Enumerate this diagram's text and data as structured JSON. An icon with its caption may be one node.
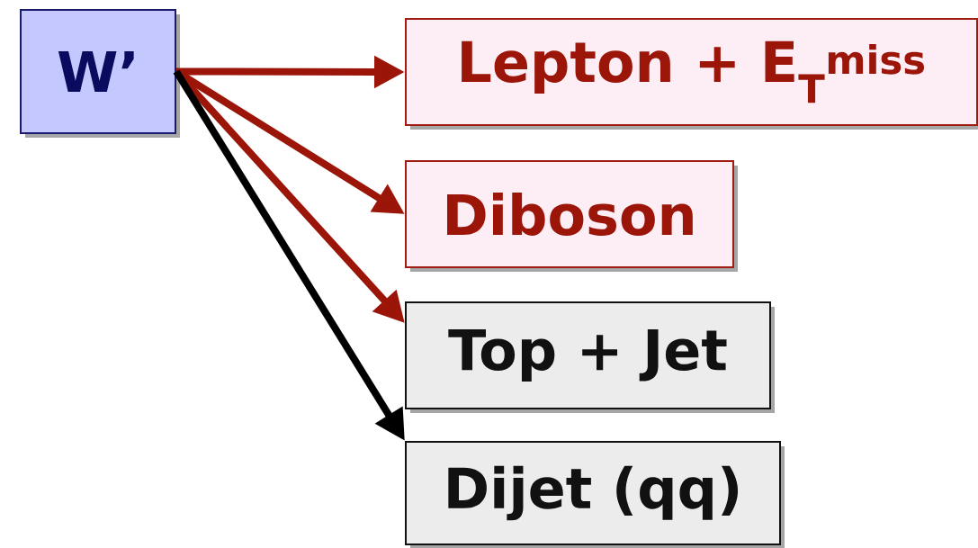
{
  "diagram": {
    "nodes": [
      {
        "text": [
          "W’"
        ]
      },
      {
        "text": [
          "Lepton + E$_{T}$$^{miss}$"
        ]
      },
      {
        "text": [
          "Diboson"
        ]
      },
      {
        "text": [
          "Top + Jet"
        ]
      },
      {
        "text": [
          "Dijet (qq)"
        ]
      }
    ],
    "edges": [
      {
        "from": 0,
        "to": 1,
        "arrow": "to"
      },
      {
        "from": 0,
        "to": 2,
        "arrow": "to"
      },
      {
        "from": 0,
        "to": 3,
        "arrow": "to"
      },
      {
        "from": 0,
        "to": 4,
        "arrow": "to",
        "color": "#000000"
      }
    ]
  }
}
